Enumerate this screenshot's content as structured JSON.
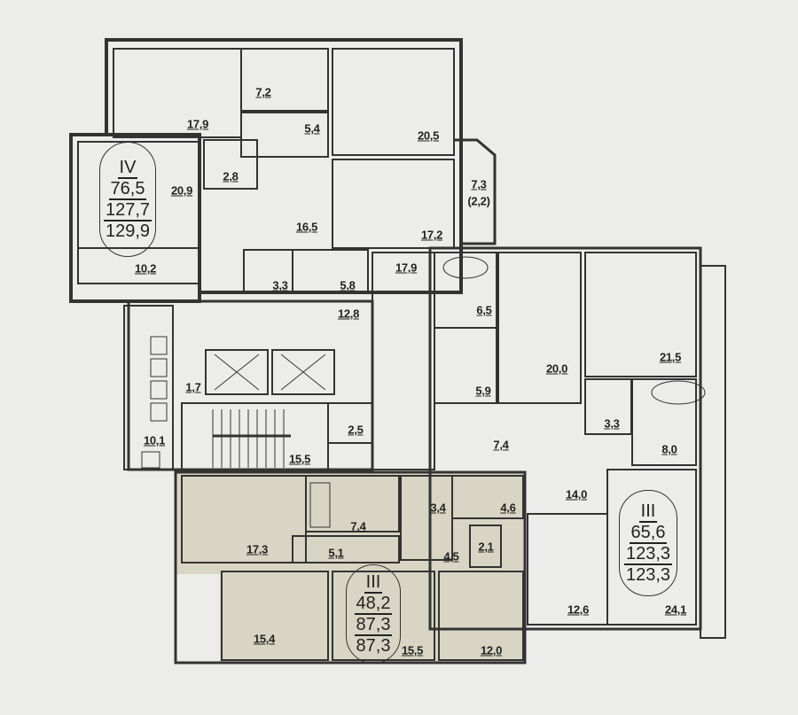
{
  "colors": {
    "background": "#ececeb",
    "highlight": "#d9d5c4",
    "wall": "#333333"
  },
  "apartments": [
    {
      "type": "IV",
      "living": "76,5",
      "total": "127,7",
      "total_with_loggia": "129,9"
    },
    {
      "type": "III",
      "living": "48,2",
      "total": "87,3",
      "total_with_loggia": "87,3"
    },
    {
      "type": "III",
      "living": "65,6",
      "total": "123,3",
      "total_with_loggia": "123,3"
    }
  ],
  "rooms": [
    "17,9",
    "7,2",
    "5,4",
    "20,5",
    "20,9",
    "2,8",
    "16,5",
    "17,2",
    "7,3",
    "(2,2)",
    "10,2",
    "3,3",
    "5,8",
    "17,9",
    "12,8",
    "1,7",
    "10,1",
    "15,5",
    "2,5",
    "17,3",
    "7,4",
    "5,1",
    "3,4",
    "4,6",
    "4,5",
    "2,1",
    "15,4",
    "15,5",
    "12,0",
    "6,5",
    "5,9",
    "20,0",
    "21,5",
    "3,3",
    "8,0",
    "7,4",
    "14,0",
    "12,6",
    "24,1"
  ]
}
